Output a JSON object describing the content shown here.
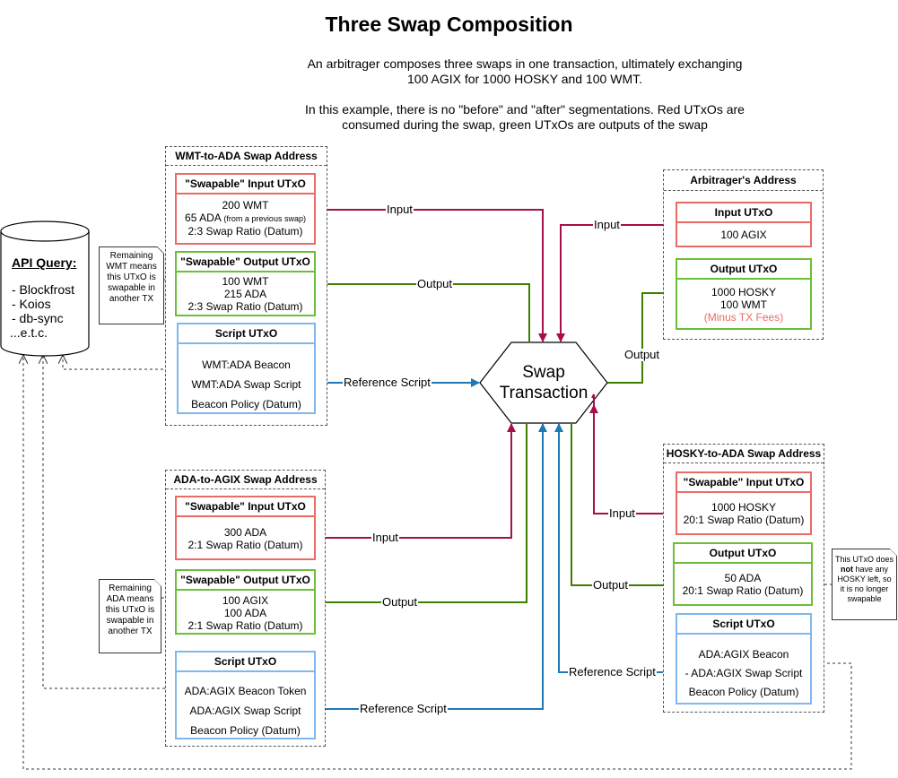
{
  "title": "Three Swap Composition",
  "description": {
    "line1": "An arbitrager composes three swaps in one transaction, ultimately exchanging",
    "line2": "100 AGIX for 1000 HOSKY and 100 WMT.",
    "line3": "In this example, there is no \"before\" and \"after\" segmentations. Red UTxOs are",
    "line4": "consumed during the swap, green UTxOs are outputs of the swap"
  },
  "api": {
    "title": "API Query:",
    "items": [
      "- Blockfrost",
      "- Koios",
      "- db-sync",
      "...e.t.c."
    ]
  },
  "swap_tx": {
    "line1": "Swap",
    "line2": "Transaction"
  },
  "wmt_address": {
    "title": "WMT-to-ADA Swap Address",
    "input": {
      "title": "\"Swapable\" Input UTxO",
      "line1": "200 WMT",
      "line2a": "65 ADA",
      "line2b": "(from a previous swap)",
      "line3": "2:3 Swap Ratio (Datum)"
    },
    "output": {
      "title": "\"Swapable\" Output UTxO",
      "line1": "100 WMT",
      "line2": "215 ADA",
      "line3": "2:3 Swap Ratio (Datum)"
    },
    "script": {
      "title": "Script UTxO",
      "line1": "WMT:ADA Beacon",
      "line2": "WMT:ADA Swap Script",
      "line3": "Beacon Policy (Datum)"
    }
  },
  "ada_address": {
    "title": "ADA-to-AGIX Swap Address",
    "input": {
      "title": "\"Swapable\" Input UTxO",
      "line1": "300 ADA",
      "line2": "2:1 Swap Ratio (Datum)"
    },
    "output": {
      "title": "\"Swapable\" Output UTxO",
      "line1": "100 AGIX",
      "line2": "100 ADA",
      "line3": "2:1 Swap Ratio (Datum)"
    },
    "script": {
      "title": "Script UTxO",
      "line1": "ADA:AGIX Beacon Token",
      "line2": "ADA:AGIX Swap Script",
      "line3": "Beacon Policy (Datum)"
    }
  },
  "arb_address": {
    "title": "Arbitrager's Address",
    "input": {
      "title": "Input UTxO",
      "line1": "100 AGIX"
    },
    "output": {
      "title": "Output UTxO",
      "line1": "1000 HOSKY",
      "line2": "100 WMT",
      "line3": "(Minus TX Fees)"
    }
  },
  "hosky_address": {
    "title": "HOSKY-to-ADA Swap Address",
    "input": {
      "title": "\"Swapable\" Input UTxO",
      "line1": "1000 HOSKY",
      "line2": "20:1 Swap Ratio (Datum)"
    },
    "output": {
      "title": "Output UTxO",
      "line1": "50 ADA",
      "line2": "20:1 Swap Ratio (Datum)"
    },
    "script": {
      "title": "Script UTxO",
      "line1": "ADA:AGIX Beacon",
      "line2": "- ADA:AGIX Swap Script",
      "line3": "Beacon Policy (Datum)"
    }
  },
  "notes": {
    "wmt": [
      "Remaining",
      "WMT means",
      "this UTxO is",
      "swapable in",
      "another TX"
    ],
    "ada": [
      "Remaining",
      "ADA means",
      "this UTxO is",
      "swapable in",
      "another TX"
    ],
    "hosky": {
      "l1": "This UTxO does",
      "l2": "not",
      "l2b": " have any",
      "l3": "HOSKY left, so",
      "l4": "it is no longer",
      "l5": "swapable"
    }
  },
  "edges": {
    "wmt_input": "Input",
    "wmt_output": "Output",
    "wmt_ref": "Reference Script",
    "arb_input": "Input",
    "arb_output": "Output",
    "ada_input": "Input",
    "ada_output": "Output",
    "ada_ref": "Reference Script",
    "hosky_input": "Input",
    "hosky_output": "Output",
    "hosky_ref": "Reference Script"
  },
  "colors": {
    "input": "#a50f4b",
    "output": "#3f7f00",
    "reference": "#1f77b4",
    "red_border": "#ea6b66",
    "green_border": "#6bbf3a",
    "blue_border": "#7eb8ec"
  }
}
